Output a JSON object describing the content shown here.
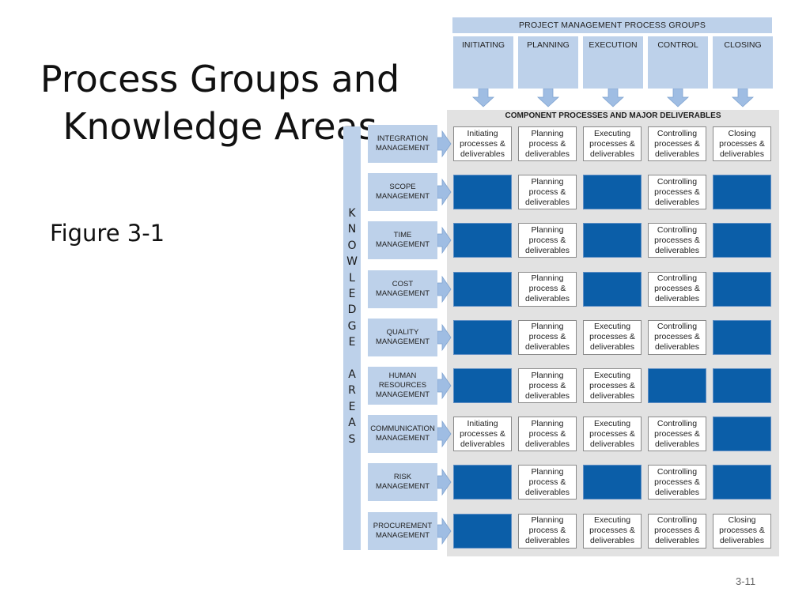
{
  "slide": {
    "title_line1": "Process Groups and",
    "title_line2": "Knowledge Areas",
    "subtitle": "Figure 3-1",
    "page_number": "3-11"
  },
  "process_groups": {
    "header": "PROJECT MANAGEMENT PROCESS GROUPS",
    "columns": [
      "INITIATING",
      "PLANNING",
      "EXECUTION",
      "CONTROL",
      "CLOSING"
    ]
  },
  "component_header": "COMPONENT PROCESSES AND MAJOR DELIVERABLES",
  "knowledge_areas_vertical": [
    "K",
    "N",
    "O",
    "W",
    "L",
    "E",
    "D",
    "G",
    "E",
    "",
    "A",
    "R",
    "E",
    "A",
    "S"
  ],
  "knowledge_areas": [
    {
      "label_lines": [
        "INTEGRATION",
        "MANAGEMENT"
      ],
      "cells": [
        [
          "Initiating",
          "processes &",
          "deliverables"
        ],
        [
          "Planning",
          "process &",
          "deliverables"
        ],
        [
          "Executing",
          "processes &",
          "deliverables"
        ],
        [
          "Controlling",
          "processes &",
          "deliverables"
        ],
        [
          "Closing",
          "processes &",
          "deliverables"
        ]
      ]
    },
    {
      "label_lines": [
        "SCOPE",
        "MANAGEMENT"
      ],
      "cells": [
        null,
        [
          "Planning",
          "process &",
          "deliverables"
        ],
        null,
        [
          "Controlling",
          "processes &",
          "deliverables"
        ],
        null
      ]
    },
    {
      "label_lines": [
        "TIME",
        "MANAGEMENT"
      ],
      "cells": [
        null,
        [
          "Planning",
          "process &",
          "deliverables"
        ],
        null,
        [
          "Controlling",
          "processes &",
          "deliverables"
        ],
        null
      ]
    },
    {
      "label_lines": [
        "COST",
        "MANAGEMENT"
      ],
      "cells": [
        null,
        [
          "Planning",
          "process &",
          "deliverables"
        ],
        null,
        [
          "Controlling",
          "processes &",
          "deliverables"
        ],
        null
      ]
    },
    {
      "label_lines": [
        "QUALITY",
        "MANAGEMENT"
      ],
      "cells": [
        null,
        [
          "Planning",
          "process &",
          "deliverables"
        ],
        [
          "Executing",
          "processes &",
          "deliverables"
        ],
        [
          "Controlling",
          "processes &",
          "deliverables"
        ],
        null
      ]
    },
    {
      "label_lines": [
        "HUMAN",
        "RESOURCES",
        "MANAGEMENT"
      ],
      "cells": [
        null,
        [
          "Planning",
          "process &",
          "deliverables"
        ],
        [
          "Executing",
          "processes &",
          "deliverables"
        ],
        null,
        null
      ]
    },
    {
      "label_lines": [
        "COMMUNICATION",
        "MANAGEMENT"
      ],
      "cells": [
        [
          "Initiating",
          "processes &",
          "deliverables"
        ],
        [
          "Planning",
          "process &",
          "deliverables"
        ],
        [
          "Executing",
          "processes &",
          "deliverables"
        ],
        [
          "Controlling",
          "processes &",
          "deliverables"
        ],
        null
      ]
    },
    {
      "label_lines": [
        "RISK",
        "MANAGEMENT"
      ],
      "cells": [
        null,
        [
          "Planning",
          "process &",
          "deliverables"
        ],
        null,
        [
          "Controlling",
          "processes &",
          "deliverables"
        ],
        null
      ]
    },
    {
      "label_lines": [
        "PROCUREMENT",
        "MANAGEMENT"
      ],
      "cells": [
        null,
        [
          "Planning",
          "process &",
          "deliverables"
        ],
        [
          "Executing",
          "processes &",
          "deliverables"
        ],
        [
          "Controlling",
          "processes &",
          "deliverables"
        ],
        [
          "Closing",
          "processes &",
          "deliverables"
        ]
      ]
    }
  ],
  "colors": {
    "label_fill": "#bdd1ea",
    "empty_cell": "#0b5ea8",
    "panel_bg": "#e2e2e2"
  }
}
